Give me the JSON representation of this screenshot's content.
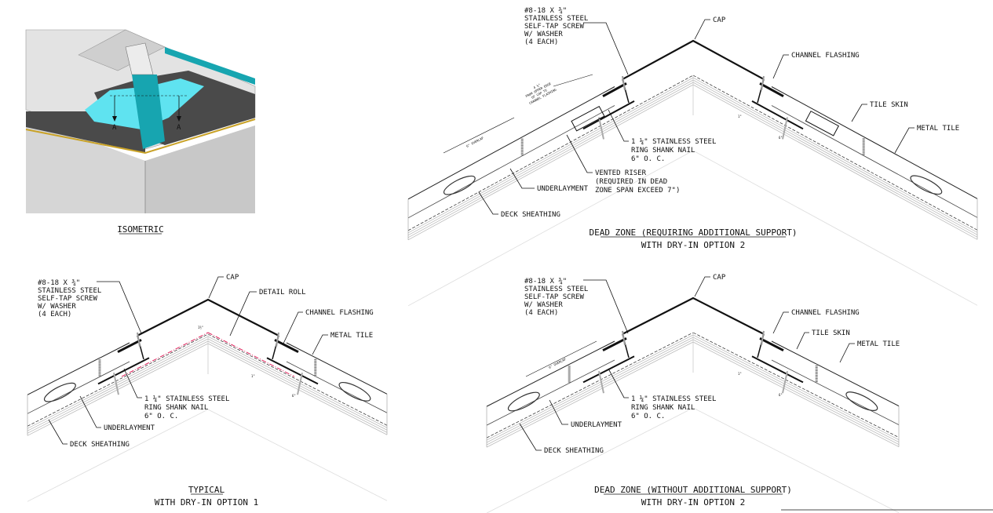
{
  "isometric": {
    "title": "ISOMETRIC",
    "section_mark": "A"
  },
  "panel_a": {
    "title": "DEAD ZONE (REQUIRING ADDITIONAL SUPPORT)",
    "subtitle": "WITH DRY-IN OPTION 2",
    "screw": [
      "#8-18 X ¾\"",
      "STAINLESS STEEL",
      "SELF-TAP SCREW",
      "W/ WASHER",
      "(4 EACH)"
    ],
    "cap": "CAP",
    "channel_flashing": "CHANNEL FLASHING",
    "tile_skin": "TILE SKIN",
    "metal_tile": "METAL TILE",
    "nail": [
      "1 ¼\" STAINLESS STEEL",
      "RING SHANK NAIL",
      "6\" O. C."
    ],
    "vented_riser": [
      "VENTED RISER",
      "(REQUIRED IN DEAD",
      "ZONE SPAN EXCEED 7\")"
    ],
    "underlayment": "UNDERLAYMENT",
    "deck_sheathing": "DECK SHEATHING",
    "overlap": "6\" OVERLAP",
    "cap_dim": [
      "4 ½\"",
      "FROM UPPER EDGE",
      "OF CAP TO",
      "CHANNEL FLASHING"
    ],
    "dim_1": "1\"",
    "dim_6": "6\""
  },
  "panel_b": {
    "title": "TYPICAL",
    "subtitle": "WITH DRY-IN OPTION 1",
    "screw": [
      "#8-18 X ¾\"",
      "STAINLESS STEEL",
      "SELF-TAP SCREW",
      "W/ WASHER",
      "(4 EACH)"
    ],
    "cap": "CAP",
    "detail_roll": "DETAIL ROLL",
    "channel_flashing": "CHANNEL FLASHING",
    "metal_tile": "METAL TILE",
    "nail": [
      "1 ¼\" STAINLESS STEEL",
      "RING SHANK NAIL",
      "6\" O. C."
    ],
    "underlayment": "UNDERLAYMENT",
    "deck_sheathing": "DECK SHEATHING",
    "dim_apex": "1½\"",
    "dim_1": "1\"",
    "dim_6": "6\""
  },
  "panel_c": {
    "title": "DEAD ZONE (WITHOUT ADDITIONAL SUPPORT)",
    "subtitle": "WITH DRY-IN OPTION 2",
    "screw": [
      "#8-18 X ¾\"",
      "STAINLESS STEEL",
      "SELF-TAP SCREW",
      "W/ WASHER",
      "(4 EACH)"
    ],
    "cap": "CAP",
    "channel_flashing": "CHANNEL FLASHING",
    "tile_skin": "TILE SKIN",
    "metal_tile": "METAL TILE",
    "nail": [
      "1 ¼\" STAINLESS STEEL",
      "RING SHANK NAIL",
      "6\" O. C."
    ],
    "underlayment": "UNDERLAYMENT",
    "deck_sheathing": "DECK SHEATHING",
    "overlap": "6\" OVERLAP",
    "dim_1": "1\"",
    "dim_6": "6\""
  },
  "colors": {
    "cyan": "#5fe3f0",
    "teal": "#17a5b0",
    "shingle": "#4a4a4a",
    "wall": "#d9d9d9",
    "detail_roll": "#e0245e"
  }
}
